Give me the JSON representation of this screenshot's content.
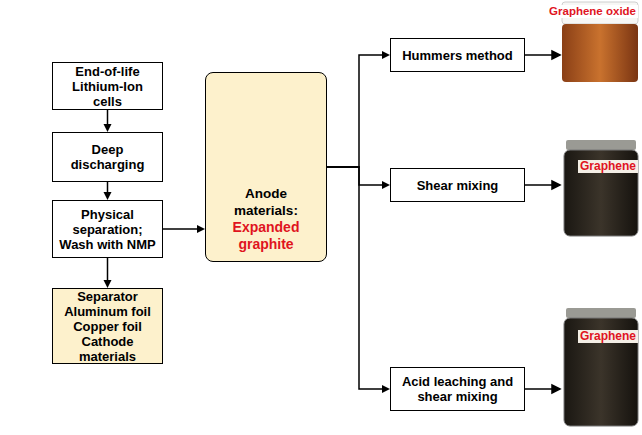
{
  "diagram": {
    "nodes": [
      {
        "text": [
          "End-of-life Lithium-Ion cells"
        ]
      },
      {
        "text": [
          "Deep discharging"
        ]
      },
      {
        "text": [
          "Physical separation; Wash with NMP"
        ]
      },
      {
        "text": [
          "Separator Aluminum foil Copper foil Cathode materials"
        ]
      },
      {
        "text": [
          "Anode materials:",
          "Expanded graphite"
        ]
      },
      {
        "text": [
          "Hummers method"
        ]
      },
      {
        "text": [
          "Shear mixing"
        ]
      },
      {
        "text": [
          "Acid leaching and shear mixing"
        ]
      }
    ],
    "edges": [
      {
        "from": 0,
        "to": 1,
        "arrow": "to"
      },
      {
        "from": 1,
        "to": 2,
        "arrow": "to"
      },
      {
        "from": 2,
        "to": 3,
        "arrow": "to"
      },
      {
        "from": 2,
        "to": 4,
        "arrow": "to"
      },
      {
        "from": 4,
        "to": 5,
        "arrow": "to"
      },
      {
        "from": 4,
        "to": 6,
        "arrow": "to"
      },
      {
        "from": 4,
        "to": 7,
        "arrow": "to"
      }
    ],
    "labels": [
      "Graphene oxide",
      "Graphene",
      "Graphene"
    ]
  }
}
